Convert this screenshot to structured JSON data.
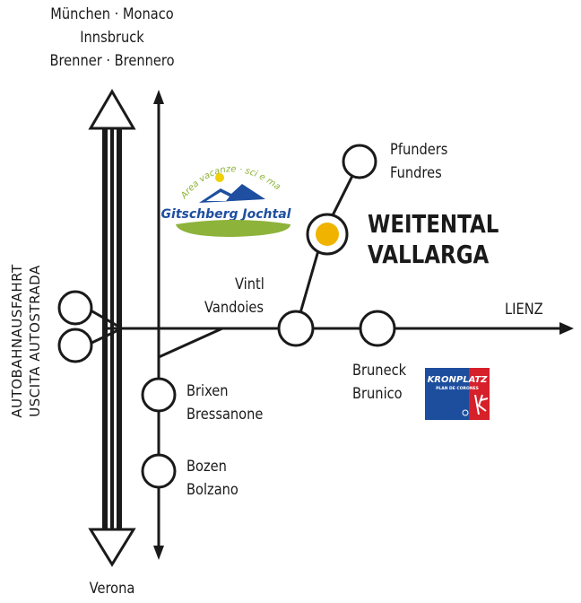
{
  "north": [
    "München · Monaco",
    "Innsbruck",
    "Brenner · Brennero"
  ],
  "south": "Verona",
  "highway_exit": [
    "AUTOBAHNAUSFAHRT",
    "USCITA AUTOSTRADA"
  ],
  "east": "LIENZ",
  "towns": {
    "vintl": [
      "Vintl",
      "Vandoies"
    ],
    "pfunders": [
      "Pfunders",
      "Fundres"
    ],
    "bruneck": [
      "Bruneck",
      "Brunico"
    ],
    "brixen": [
      "Brixen",
      "Bressanone"
    ],
    "bozen": [
      "Bozen",
      "Bolzano"
    ]
  },
  "destination": [
    "WEITENTAL",
    "VALLARGA"
  ],
  "gitschberg_logo": {
    "tagline": "Area vacanze · sci e malghe",
    "name": "Gitschberg Jochtal"
  },
  "kronplatz_logo": {
    "name": "KRONPLATZ",
    "sub": "PLAN DE CORONES"
  },
  "colors": {
    "line": "#1a1a1a",
    "destination": "#f0b400",
    "gitschberg_blue": "#1e4fa0",
    "gitschberg_green": "#8db33a",
    "kronplatz_blue": "#1d4e9e",
    "kronplatz_red": "#d6202a"
  }
}
